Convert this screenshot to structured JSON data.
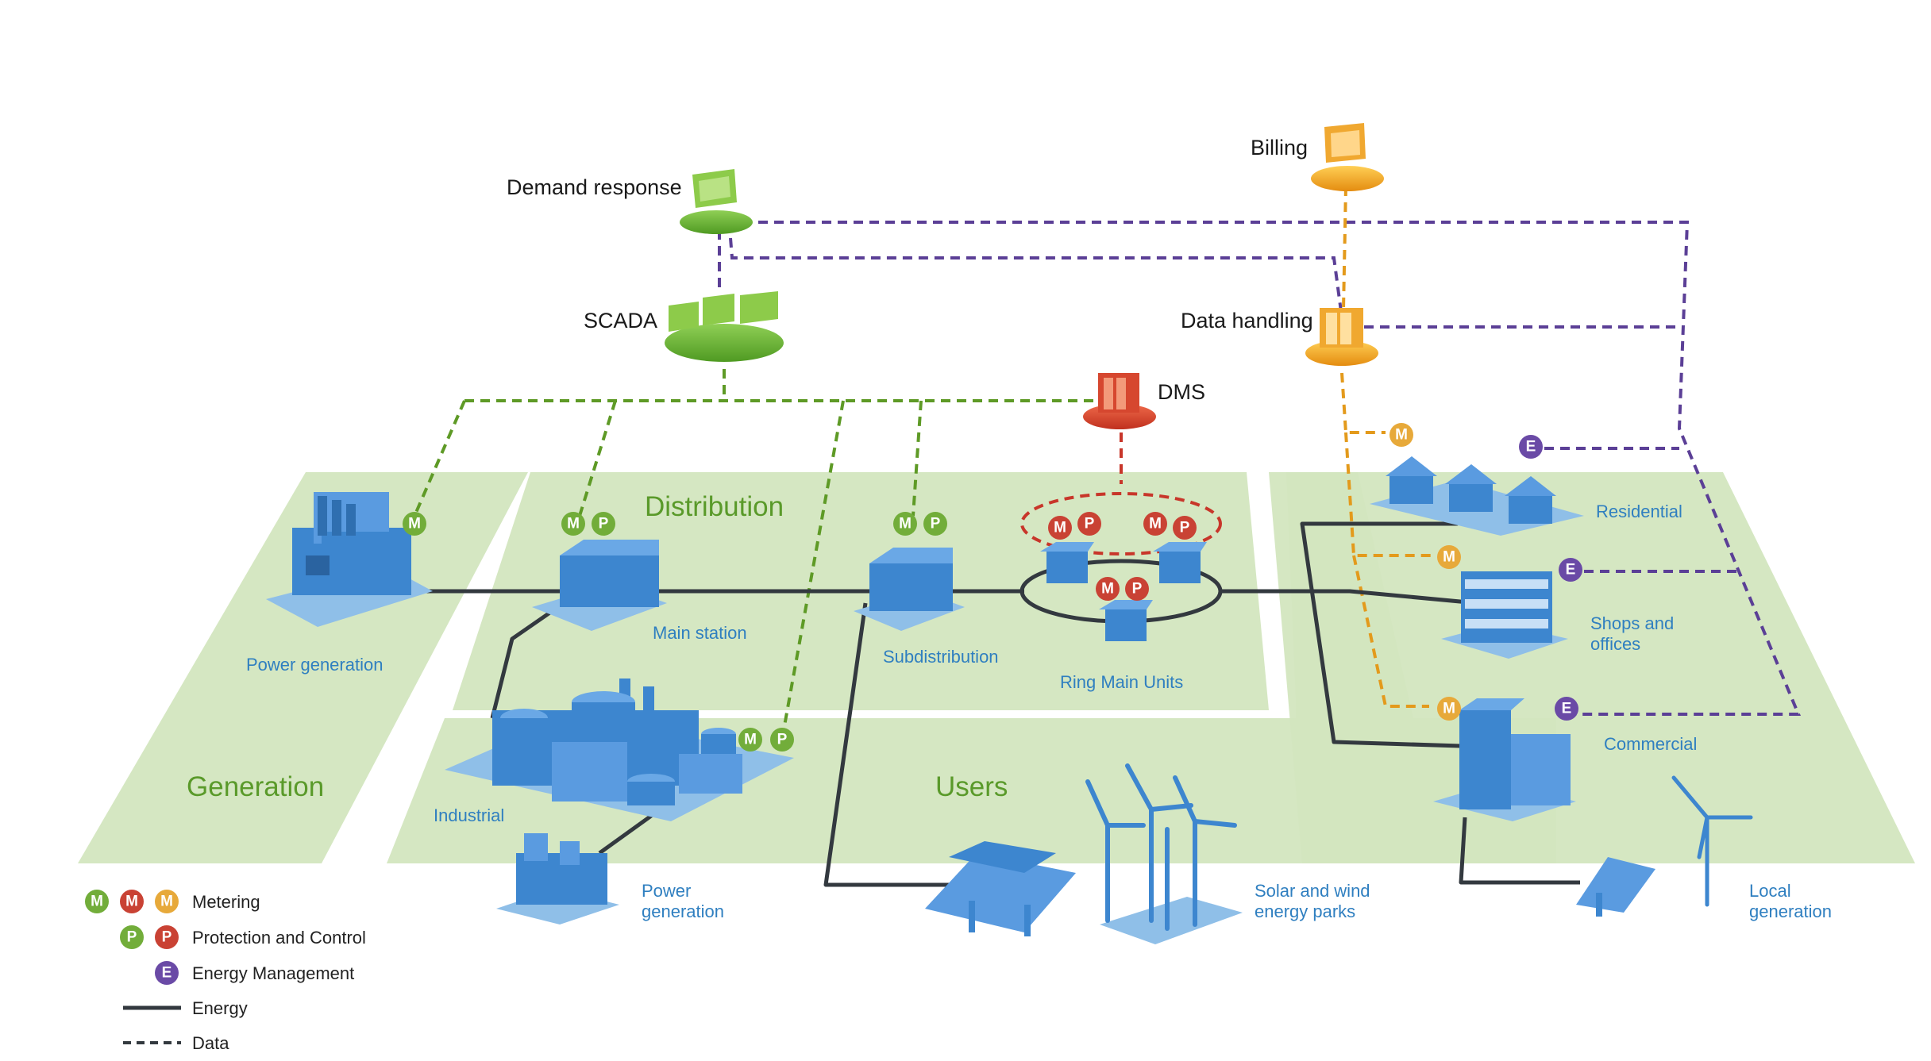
{
  "zones": {
    "generation": "Generation",
    "distribution": "Distribution",
    "users": "Users"
  },
  "systems": {
    "demand_response": "Demand response",
    "scada": "SCADA",
    "billing": "Billing",
    "data_handling": "Data handling",
    "dms": "DMS"
  },
  "nodes": {
    "power_generation": "Power generation",
    "main_station": "Main station",
    "subdistribution": "Subdistribution",
    "ring_main_units": "Ring Main Units",
    "industrial": "Industrial",
    "user_power_generation_1": "Power",
    "user_power_generation_2": "generation",
    "solar_wind_1": "Solar and wind",
    "solar_wind_2": "energy parks",
    "residential": "Residential",
    "shops_1": "Shops and",
    "shops_2": "offices",
    "commercial": "Commercial",
    "local_generation_1": "Local",
    "local_generation_2": "generation"
  },
  "badges": {
    "metering": "M",
    "protection": "P",
    "energy": "E"
  },
  "legend": {
    "metering": "Metering",
    "protection": "Protection and Control",
    "energy_management": "Energy Management",
    "energy": "Energy",
    "data": "Data"
  },
  "colors": {
    "zone_fill": "#d3e6bf",
    "zone_text": "#5a9a2a",
    "building": "#3d86cf",
    "node_text": "#2f7fc0",
    "energy_line": "#33393f",
    "data_green": "#5e9a26",
    "data_purple": "#5b3f96",
    "data_orange": "#e39a1c",
    "data_red": "#c8362a",
    "badge_green": "#72ad3a",
    "badge_red": "#c94234",
    "badge_orange": "#e7a93a",
    "badge_purple": "#6a4aa6"
  }
}
